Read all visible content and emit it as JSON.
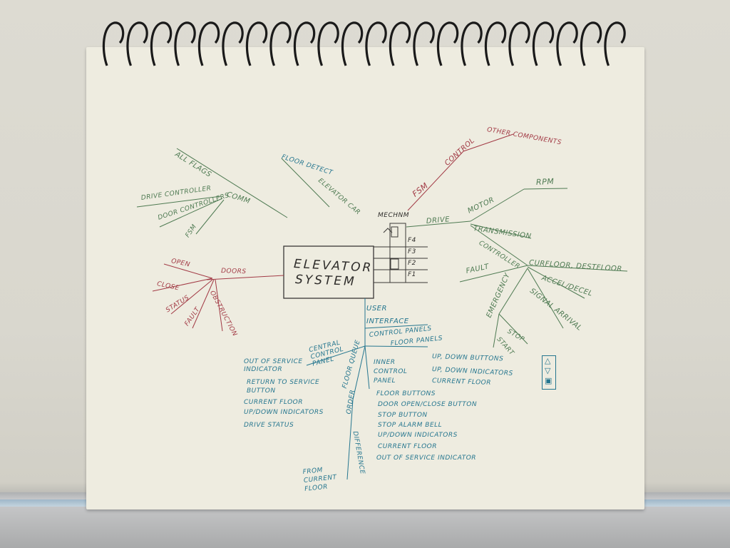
{
  "diagram": {
    "central_node": {
      "line1": "ELEVATOR",
      "line2": "SYSTEM"
    },
    "mechanism": {
      "title": "MECHNM",
      "floors": [
        "F4",
        "F3",
        "F2",
        "F1"
      ]
    },
    "comm_branch": {
      "hub": "COMM",
      "items": [
        "ALL FLAGS",
        "DRIVE CONTROLLER",
        "DOOR CONTROLLERS",
        "FSM"
      ]
    },
    "elevator_car_branch": {
      "hub": "ELEVATOR CAR",
      "items": [
        "FLOOR DETECT"
      ]
    },
    "fsm_branch": {
      "hub": "FSM",
      "control": "CONTROL",
      "items": [
        "OTHER COMPONENTS"
      ]
    },
    "doors_branch": {
      "hub": "DOORS",
      "items": [
        "OPEN",
        "CLOSE",
        "STATUS",
        "FAULT",
        "OBSTRUCTION"
      ]
    },
    "drive_branch": {
      "hub": "DRIVE",
      "motor": "MOTOR",
      "rpm": "RPM",
      "transmission": "TRANSMISSION",
      "controller": "CONTROLLER",
      "controller_items": [
        "CURFLOOR, DESTFLOOR",
        "ACCEL/DECEL",
        "SIGNAL ARRIVAL"
      ],
      "fault": "FAULT",
      "emergency": "EMERGENCY",
      "emergency_items": [
        "STOP",
        "START"
      ]
    },
    "user_interface": {
      "hub": "USER INTERFACE",
      "control_panels": "CONTROL PANELS",
      "floor_panels": "FLOOR PANELS",
      "floor_panel_items": [
        "UP, DOWN BUTTONS",
        "UP, DOWN INDICATORS",
        "CURRENT FLOOR"
      ],
      "central_panel": "CENTRAL CONTROL PANEL",
      "central_panel_items": [
        "OUT OF SERVICE INDICATOR",
        "RETURN TO SERVICE BUTTON",
        "CURRENT FLOOR",
        "UP/DOWN INDICATORS",
        "DRIVE STATUS"
      ],
      "inner_panel": "INNER CONTROL PANEL",
      "inner_panel_items": [
        "FLOOR BUTTONS",
        "DOOR OPEN/CLOSE BUTTON",
        "STOP BUTTON",
        "STOP ALARM BELL",
        "UP/DOWN INDICATORS",
        "CURRENT FLOOR",
        "OUT OF SERVICE INDICATOR"
      ],
      "floor_queue": "FLOOR QUEUE",
      "order": "ORDER",
      "difference": "DIFFERENCE",
      "from_floor": "FROM CURRENT FLOOR"
    },
    "indicator_glyphs": [
      "△",
      "▽",
      "▣"
    ]
  }
}
